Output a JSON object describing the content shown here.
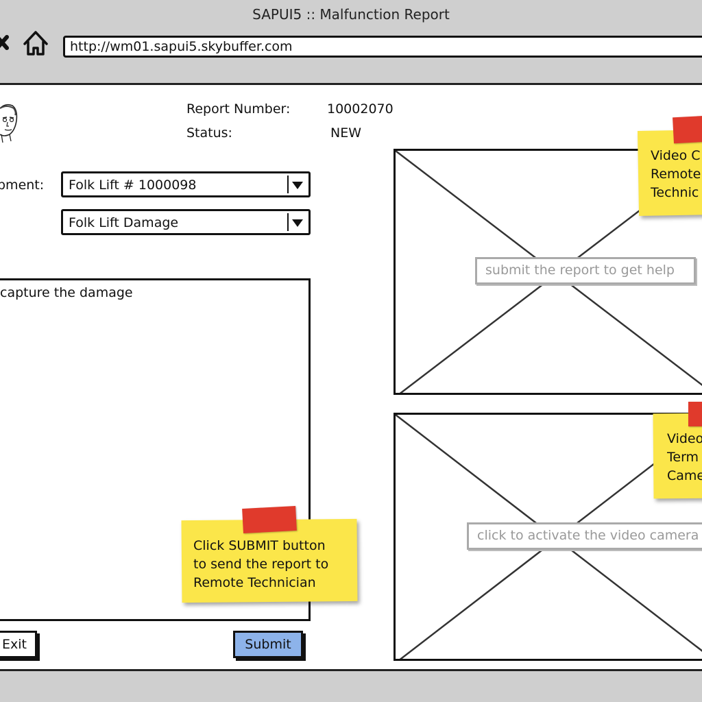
{
  "window": {
    "title": "SAPUI5 :: Malfunction Report",
    "url": "http://wm01.sapui5.skybuffer.com"
  },
  "header": {
    "report_number_label": "Report Number:",
    "report_number_value": "10002070",
    "status_label": "Status:",
    "status_value": "NEW"
  },
  "form": {
    "equipment_label": "pment:",
    "equipment_value": "Folk Lift # 1000098",
    "damage_type_value": "Folk Lift Damage",
    "description_text": "capture the damage"
  },
  "buttons": {
    "exit_label": "Exit",
    "submit_label": "Submit"
  },
  "placeholders": {
    "top_hint": "submit the report to get help",
    "bottom_hint": "click to activate the video camera"
  },
  "notes": {
    "submit_note": [
      "Click SUBMIT button",
      "to send the report to",
      "Remote Technician"
    ],
    "video_note_1": [
      "Video C",
      "Remote",
      "Technic"
    ],
    "video_note_2": [
      "Video",
      "Term",
      "Came"
    ]
  },
  "colors": {
    "submit_button": "#8db3ea",
    "sticky_note": "#fbe64a",
    "tape": "#e03a2c",
    "chrome": "#cfcfcf"
  },
  "icons": {
    "close": "close-icon",
    "home": "home-icon",
    "dropdown": "chevron-down-icon",
    "avatar": "avatar"
  }
}
